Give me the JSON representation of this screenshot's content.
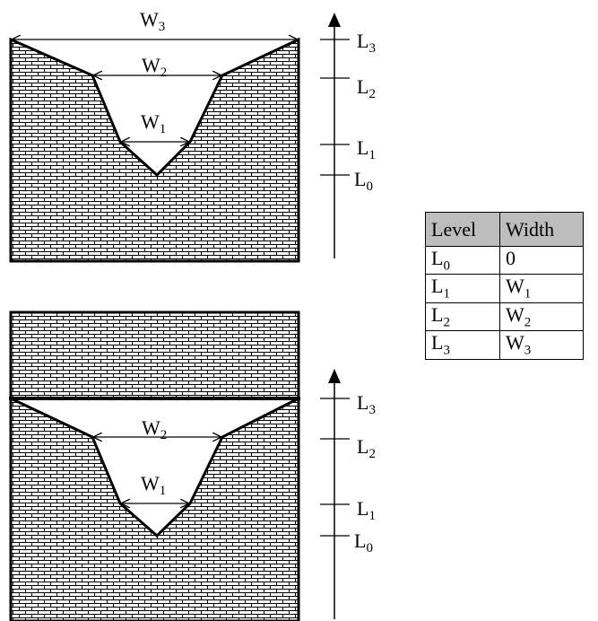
{
  "labels": {
    "w3": {
      "base": "W",
      "sub": "3"
    },
    "w2": {
      "base": "W",
      "sub": "2"
    },
    "w1": {
      "base": "W",
      "sub": "1"
    },
    "l3": {
      "base": "L",
      "sub": "3"
    },
    "l2": {
      "base": "L",
      "sub": "2"
    },
    "l1": {
      "base": "L",
      "sub": "1"
    },
    "l0": {
      "base": "L",
      "sub": "0"
    }
  },
  "table": {
    "headers": [
      "Level",
      "Width"
    ],
    "rows": [
      {
        "level": {
          "base": "L",
          "sub": "0"
        },
        "width": {
          "base": "0",
          "sub": ""
        }
      },
      {
        "level": {
          "base": "L",
          "sub": "1"
        },
        "width": {
          "base": "W",
          "sub": "1"
        }
      },
      {
        "level": {
          "base": "L",
          "sub": "2"
        },
        "width": {
          "base": "W",
          "sub": "2"
        }
      },
      {
        "level": {
          "base": "L",
          "sub": "3"
        },
        "width": {
          "base": "W",
          "sub": "3"
        }
      }
    ],
    "header_bg": "#bdbdbd"
  },
  "colors": {
    "line": "#000000",
    "fill": "#ffffff"
  }
}
